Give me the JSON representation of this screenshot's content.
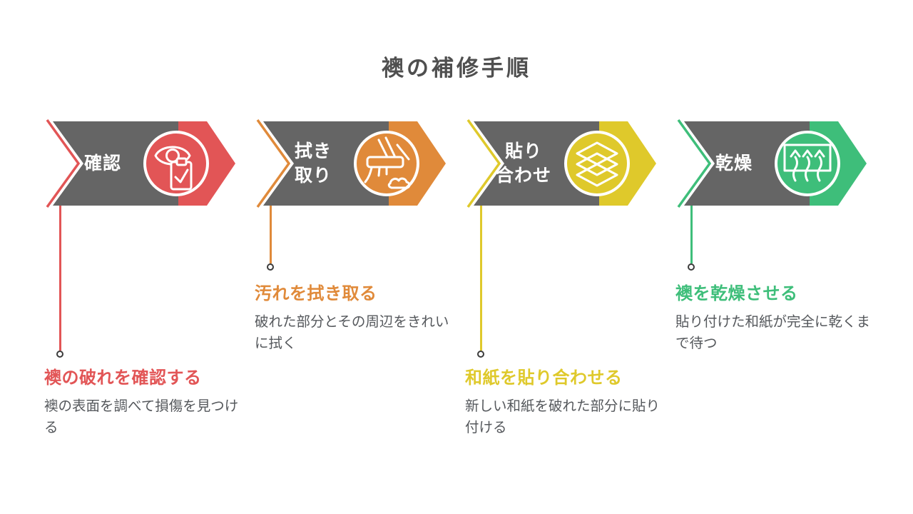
{
  "heading": "襖の補修手順",
  "colors": {
    "banner_gray": "#656565",
    "heading_text": "#4F4F4F",
    "body_text": "#55585C",
    "dot_stroke": "#3B3B3B"
  },
  "steps": [
    {
      "label": "確認",
      "icon": "inspect-eye-clipboard-icon",
      "color": "#E25556",
      "title": "襖の破れを確認する",
      "description": "襖の表面を調べて損傷を見つける"
    },
    {
      "label": "拭き\n取り",
      "icon": "scrub-brush-icon",
      "color": "#E08A3A",
      "title": "汚れを拭き取る",
      "description": "破れた部分とその周辺をきれいに拭く"
    },
    {
      "label": "貼り\n合わせ",
      "icon": "layers-icon",
      "color": "#DFC92B",
      "title": "和紙を貼り合わせる",
      "description": "新しい和紙を破れた部分に貼り付ける"
    },
    {
      "label": "乾燥",
      "icon": "drying-arrows-icon",
      "color": "#3EBE7A",
      "title": "襖を乾燥させる",
      "description": "貼り付けた和紙が完全に乾くまで待つ"
    }
  ]
}
